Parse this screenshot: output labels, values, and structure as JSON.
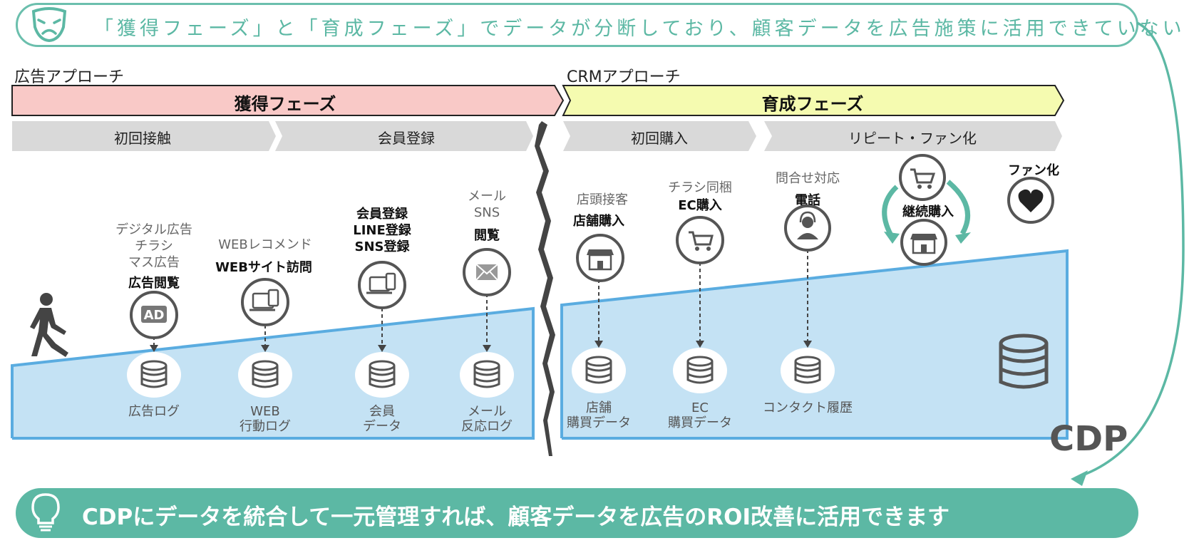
{
  "top_banner": {
    "text": "「獲得フェーズ」と「育成フェーズ」でデータが分断しており、顧客データを広告施策に活用できていない",
    "icon": "sad-mask-icon"
  },
  "approaches": {
    "ad": "広告アプローチ",
    "crm": "CRMアプローチ"
  },
  "phases": {
    "acquisition": "獲得フェーズ",
    "nurture": "育成フェーズ"
  },
  "steps": [
    "初回接触",
    "会員登録",
    "初回購入",
    "リピート・ファン化"
  ],
  "touchpoints": [
    {
      "sub": [
        "デジタル広告",
        "チラシ",
        "マス広告"
      ],
      "main": [
        "広告閲覧"
      ],
      "icon": "ad-icon",
      "data": [
        "広告ログ"
      ]
    },
    {
      "sub": [
        "WEBレコメンド"
      ],
      "main": [
        "WEBサイト訪問"
      ],
      "icon": "devices-icon",
      "data": [
        "WEB",
        "行動ログ"
      ]
    },
    {
      "sub": [],
      "main": [
        "会員登録",
        "LINE登録",
        "SNS登録"
      ],
      "icon": "laptop-phone-icon",
      "data": [
        "会員",
        "データ"
      ]
    },
    {
      "sub": [
        "メール",
        "SNS"
      ],
      "main": [
        "閲覧"
      ],
      "icon": "mail-icon",
      "data": [
        "メール",
        "反応ログ"
      ]
    },
    {
      "sub": [
        "店頭接客"
      ],
      "main": [
        "店舗購入"
      ],
      "icon": "store-icon",
      "data": [
        "店舗",
        "購買データ"
      ]
    },
    {
      "sub": [
        "チラシ同梱"
      ],
      "main": [
        "EC購入"
      ],
      "icon": "cart-icon",
      "data": [
        "EC",
        "購買データ"
      ]
    },
    {
      "sub": [
        "問合せ対応"
      ],
      "main": [
        "電話"
      ],
      "icon": "headset-icon",
      "data": [
        "コンタクト履歴"
      ]
    }
  ],
  "repeat": {
    "label": "継続購入",
    "fan_label": "ファン化"
  },
  "cdp": {
    "label": "CDP"
  },
  "bottom_banner": {
    "text": "CDPにデータを統合して一元管理すれば、顧客データを広告のROI改善に活用できます",
    "icon": "lightbulb-icon"
  },
  "colors": {
    "teal": "#5cb8a4",
    "acquisition": "#f9c9c7",
    "nurture": "#f5fbb0",
    "step_gray": "#d9d9d9",
    "data_blue": "#c4e2f4",
    "data_blue_line": "#5aace0",
    "icon_gray": "#555555"
  }
}
